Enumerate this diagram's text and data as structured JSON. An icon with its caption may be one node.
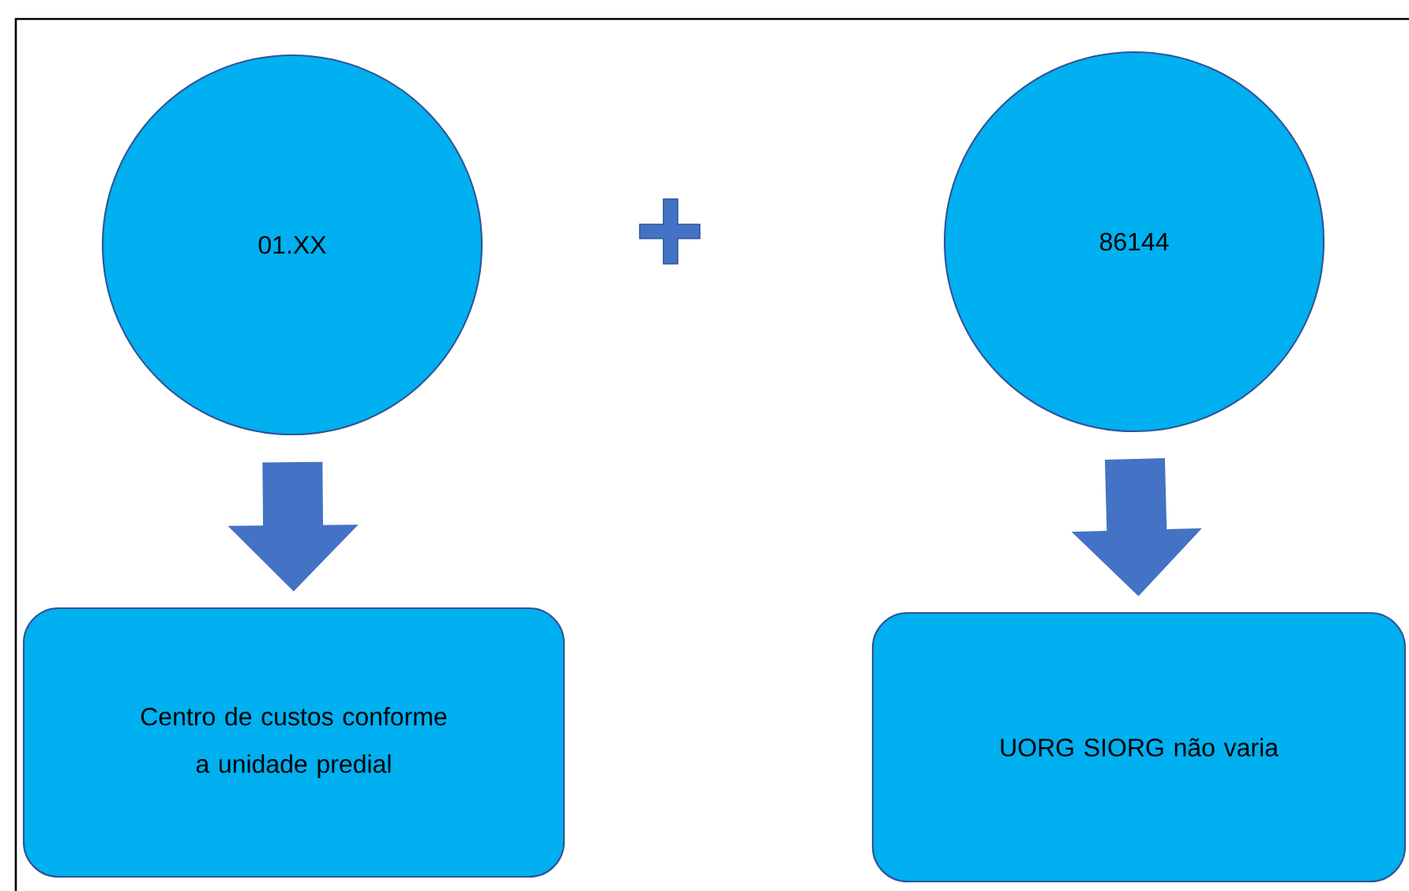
{
  "diagram": {
    "nodes": [
      {
        "text": [
          "01.XX"
        ]
      },
      {
        "text": [
          "86144"
        ]
      },
      {
        "text": [
          "Centro de custos conforme a unidade predial"
        ]
      },
      {
        "text": [
          "UORG SIORG não varia"
        ]
      }
    ],
    "edges": [
      {
        "from": 0,
        "to": 2,
        "arrow": "to"
      },
      {
        "from": 1,
        "to": 3,
        "arrow": "to"
      }
    ]
  }
}
